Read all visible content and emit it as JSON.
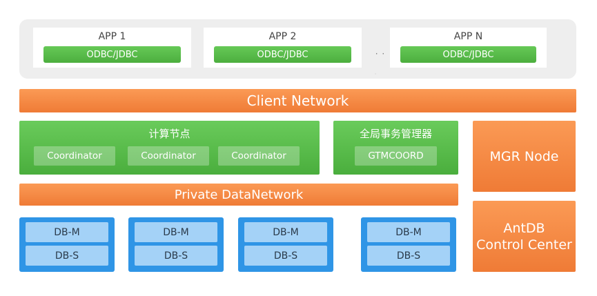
{
  "apps": [
    {
      "name": "APP 1",
      "connector": "ODBC/JDBC"
    },
    {
      "name": "APP 2",
      "connector": "ODBC/JDBC"
    },
    {
      "name": "APP N",
      "connector": "ODBC/JDBC"
    }
  ],
  "app_ellipsis": "· ·",
  "app_ellipsis_lower": "·",
  "client_network": "Client Network",
  "compute": {
    "title": "计算节点",
    "nodes": [
      "Coordinator",
      "Coordinator",
      "Coordinator"
    ]
  },
  "gtm": {
    "title": "全局事务管理器",
    "node": "GTMCOORD"
  },
  "private_network": "Private DataNetwork",
  "db_groups": [
    {
      "master": "DB-M",
      "slave": "DB-S"
    },
    {
      "master": "DB-M",
      "slave": "DB-S"
    },
    {
      "master": "DB-M",
      "slave": "DB-S"
    },
    {
      "master": "DB-M",
      "slave": "DB-S"
    }
  ],
  "mgr_node": "MGR Node",
  "control_center": {
    "line1": "AntDB",
    "line2": "Control Center"
  },
  "colors": {
    "orange": "#f5884a",
    "green": "#5bbd4c",
    "blue": "#2f95e6",
    "light_blue": "#a4d2f7",
    "gray_bg": "#eeeeee"
  }
}
